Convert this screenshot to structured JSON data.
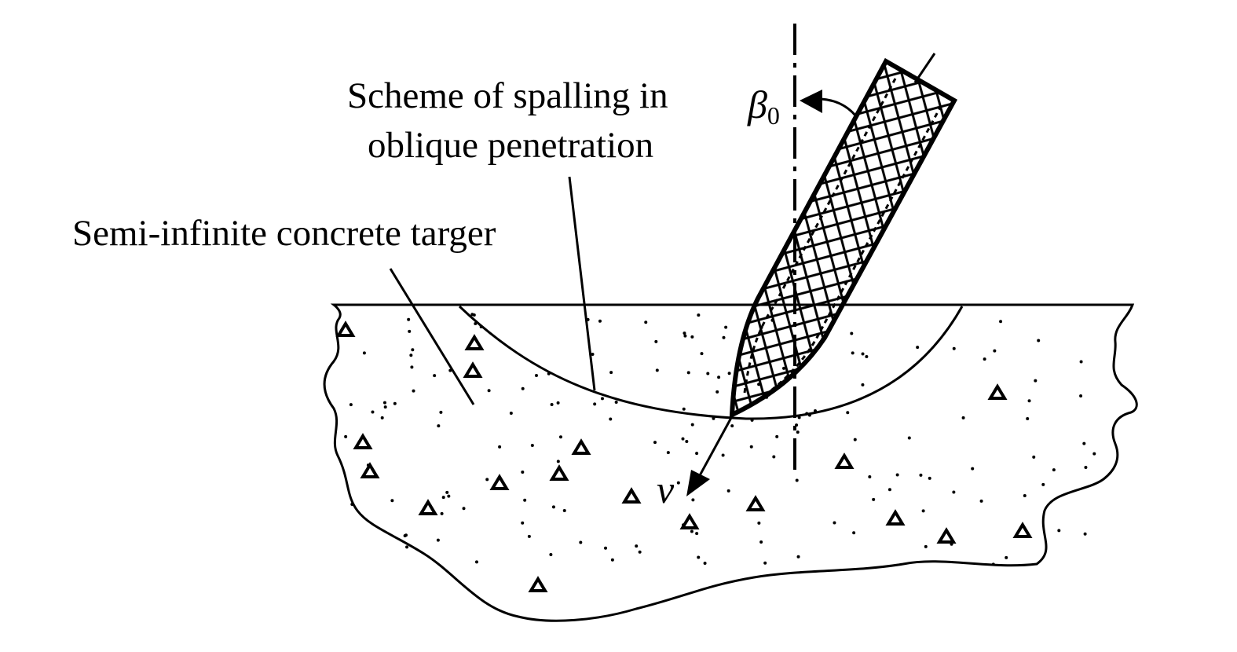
{
  "labels": {
    "spalling_line1": "Scheme of spalling in",
    "spalling_line2": "oblique penetration",
    "target": "Semi-infinite concrete targer",
    "angle_symbol": "β",
    "angle_subscript": "0",
    "velocity": "v"
  },
  "colors": {
    "ink": "#000000",
    "background": "#ffffff"
  }
}
